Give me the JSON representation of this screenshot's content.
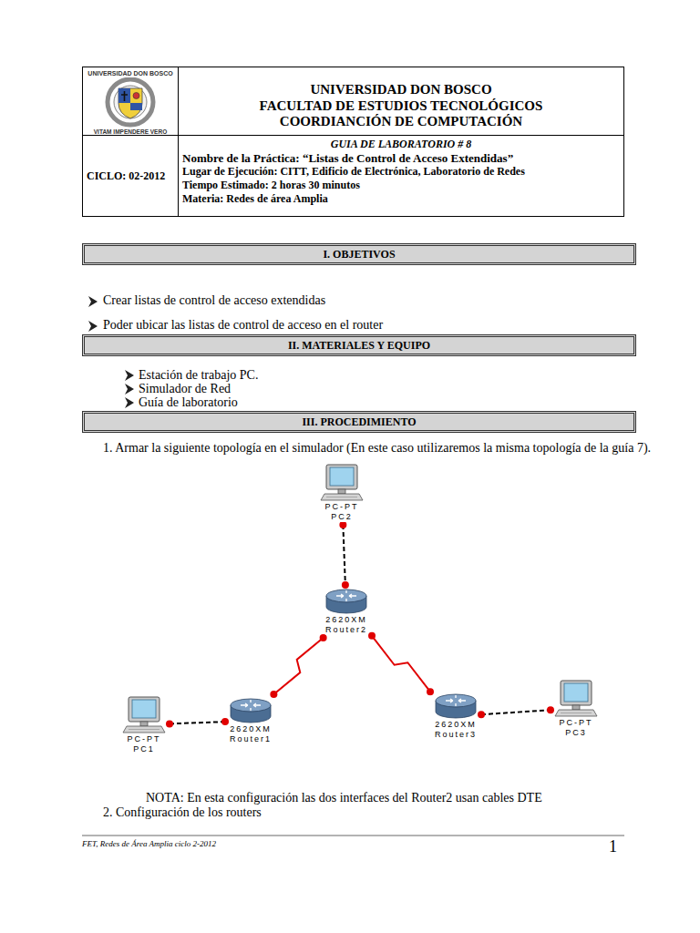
{
  "diagram": {
    "nodes": [
      {
        "text": [
          "UNIVERSIDAD DON BOSCO",
          "VITAM IMPENDERE VERO"
        ]
      },
      {
        "text": [
          "UNIVERSIDAD DON BOSCO",
          "FACULTAD DE ESTUDIOS TECNOLÓGICOS",
          "COORDIANCIÓN DE COMPUTACIÓN"
        ]
      },
      {
        "text": [
          "CICLO: 02-2012"
        ]
      },
      {
        "text": [
          "GUIA DE LABORATORIO # 8",
          "Nombre de la Práctica: “Listas de Control de Acceso Extendidas”",
          "Lugar de Ejecución: CITT, Edificio de Electrónica, Laboratorio de Redes",
          "Tiempo Estimado: 2 horas 30 minutos",
          "Materia: Redes de área Amplia"
        ]
      },
      {
        "text": [
          "I. OBJETIVOS"
        ]
      },
      {
        "text": [
          "II. MATERIALES Y EQUIPO"
        ]
      },
      {
        "text": [
          "III. PROCEDIMIENTO"
        ]
      },
      {
        "text": [
          "PC-PT",
          "PC2"
        ]
      },
      {
        "text": [
          "2620XM",
          "Router2"
        ]
      },
      {
        "text": [
          "PC-PT",
          "PC1"
        ]
      },
      {
        "text": [
          "2620XM",
          "Router1"
        ]
      },
      {
        "text": [
          "2620XM",
          "Router3"
        ]
      },
      {
        "text": [
          "PC-PT",
          "PC3"
        ]
      }
    ],
    "edges": [
      {
        "from": 7,
        "to": 8,
        "arrow": "none"
      },
      {
        "from": 8,
        "to": 10,
        "arrow": "none"
      },
      {
        "from": 8,
        "to": 11,
        "arrow": "none"
      },
      {
        "from": 9,
        "to": 10,
        "arrow": "none"
      },
      {
        "from": 11,
        "to": 12,
        "arrow": "none"
      }
    ],
    "labels": [
      "Crear listas de control de acceso extendidas",
      "Poder ubicar las listas de control de acceso en el router",
      "Estación de trabajo PC.",
      "Simulador de Red",
      "Guía de laboratorio",
      "1. Armar la siguiente topología en el simulador (En este caso utilizaremos la misma topología de la guía 7).",
      "NOTA: En esta configuración las dos interfaces del Router2 usan cables DTE",
      "2. Configuración de los routers",
      "FET, Redes de Área Amplia ciclo 2-2012",
      "1"
    ]
  }
}
